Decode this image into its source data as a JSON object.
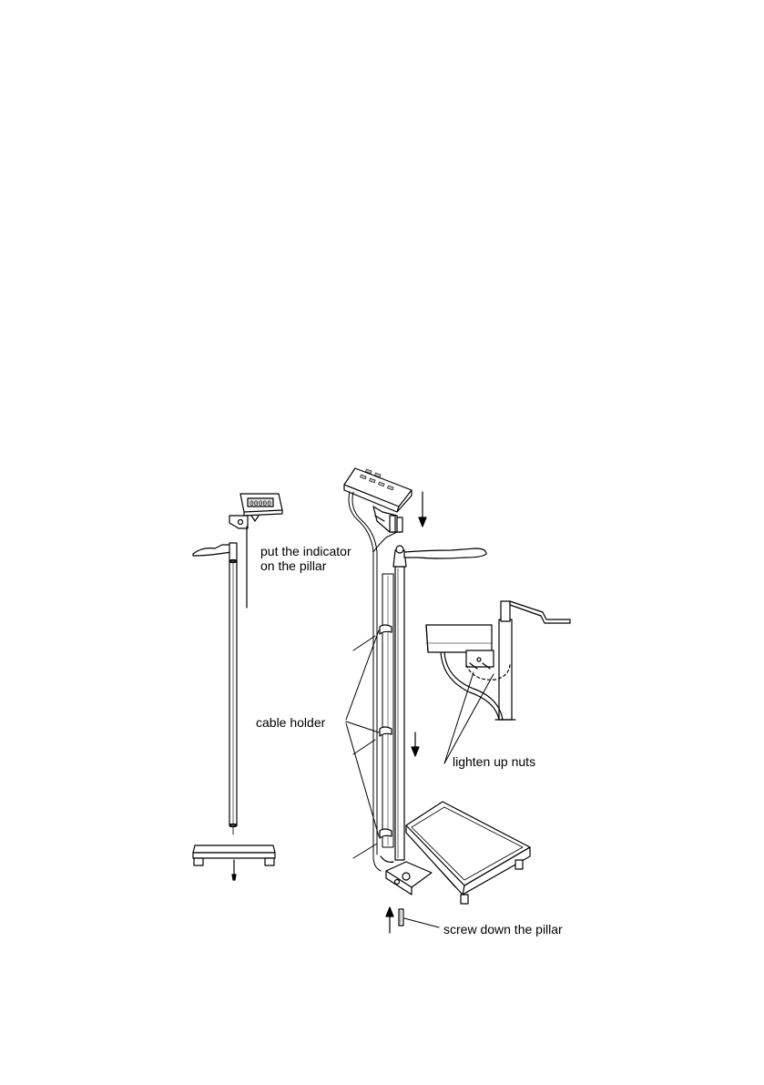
{
  "labels": {
    "indicator_line1": "put the indicator",
    "indicator_line2": "on the pillar",
    "cable_holder": "cable holder",
    "lighten_nuts": "lighten up nuts",
    "screw_down": "screw down the pillar"
  },
  "indicator_display_digits": "00000",
  "colors": {
    "ink": "#000000",
    "paper": "#ffffff",
    "shade": "#d9d9d9"
  }
}
